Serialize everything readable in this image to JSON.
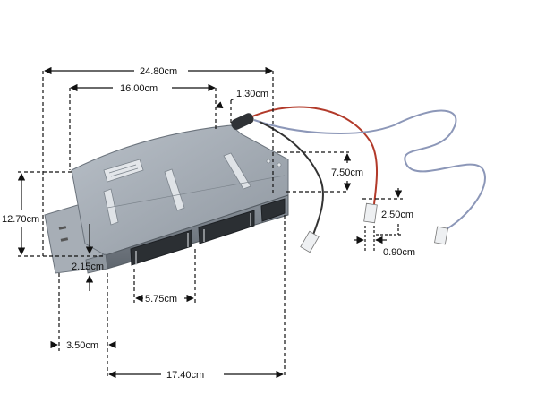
{
  "colors": {
    "background": "#ffffff",
    "metal": "#9aa3ad",
    "metal_dark": "#6b737c",
    "metal_light": "#c3cad2",
    "wire_red": "#b23a2a",
    "wire_blue": "#8c97b8",
    "wire_black": "#333333",
    "dimension_line": "#111111"
  },
  "product": {
    "name_icon": "heating-element-photo"
  },
  "dimensions": {
    "overall_length": "24.80cm",
    "top_plate_length": "16.00cm",
    "collar_width": "1.30cm",
    "terminal_height": "7.50cm",
    "overall_height": "12.70cm",
    "connector_length": "2.50cm",
    "flange_height": "2.15cm",
    "connector_width": "0.90cm",
    "opening_width": "5.75cm",
    "side_offset": "3.50cm",
    "base_length": "17.40cm"
  }
}
